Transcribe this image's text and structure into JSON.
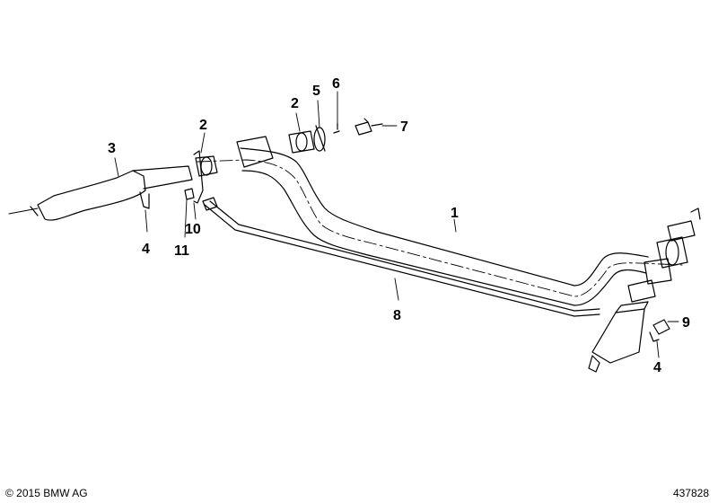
{
  "callouts": [
    {
      "id": "c1",
      "label": "1"
    },
    {
      "id": "c2a",
      "label": "2"
    },
    {
      "id": "c2b",
      "label": "2"
    },
    {
      "id": "c3",
      "label": "3"
    },
    {
      "id": "c4a",
      "label": "4"
    },
    {
      "id": "c4b",
      "label": "4"
    },
    {
      "id": "c5",
      "label": "5"
    },
    {
      "id": "c6",
      "label": "6"
    },
    {
      "id": "c7",
      "label": "7"
    },
    {
      "id": "c8",
      "label": "8"
    },
    {
      "id": "c9",
      "label": "9"
    },
    {
      "id": "c10",
      "label": "10"
    },
    {
      "id": "c11",
      "label": "11"
    }
  ],
  "footer": {
    "copyright": "© 2015 BMW AG",
    "drawing_number": "437828"
  },
  "colors": {
    "line": "#000000",
    "background": "#ffffff"
  }
}
